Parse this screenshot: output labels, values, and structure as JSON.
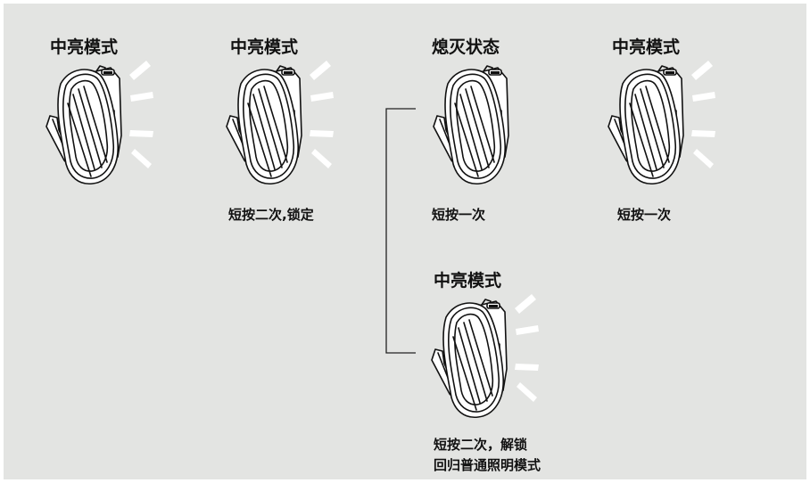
{
  "colors": {
    "background": "#e3e4e2",
    "device_fill": "#ffffff",
    "device_stroke": "#111111",
    "light_rays": "#ffffff",
    "text": "#111111"
  },
  "states": [
    {
      "title": "中亮模式",
      "caption": "",
      "rays": true
    },
    {
      "title": "中亮模式",
      "caption": "短按二次,锁定",
      "rays": true
    },
    {
      "title": "熄灭状态",
      "caption": "短按一次",
      "rays": false
    },
    {
      "title": "中亮模式",
      "caption": "短按一次",
      "rays": true
    },
    {
      "title": "中亮模式",
      "caption": "短按二次，解锁",
      "caption2": "回归普通照明模式",
      "rays": true
    }
  ]
}
